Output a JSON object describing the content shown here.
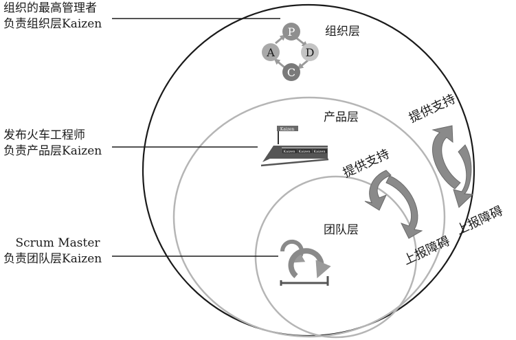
{
  "left_labels": {
    "org_role": "组织的最高管理者",
    "org_duty": "负责组织层Kaizen",
    "product_role": "发布火车工程师",
    "product_duty": "负责产品层Kaizen",
    "team_role": "Scrum Master",
    "team_duty": "负责团队层Kaizen"
  },
  "layers": {
    "org": "组织层",
    "product": "产品层",
    "team": "团队层"
  },
  "pdca": [
    "P",
    "D",
    "C",
    "A"
  ],
  "flows": {
    "support_upper": "提供支持",
    "support_lower": "提供支持",
    "report_upper": "上报障碍",
    "report_lower": "上报障碍"
  },
  "train": {
    "sign": "Kaizen",
    "car_labels": [
      "Kaizen",
      "Kaizen",
      "Kaizen"
    ]
  },
  "colors": {
    "outer_ring": "#1a1a1a",
    "inner_ring": "#b5b5b5",
    "arrow_gray": "#8a8a8a",
    "pdca_p": "#8f8f8f",
    "pdca_d": "#c4c4c4",
    "pdca_c": "#7a7a7a",
    "pdca_a": "#a9a9a9"
  }
}
